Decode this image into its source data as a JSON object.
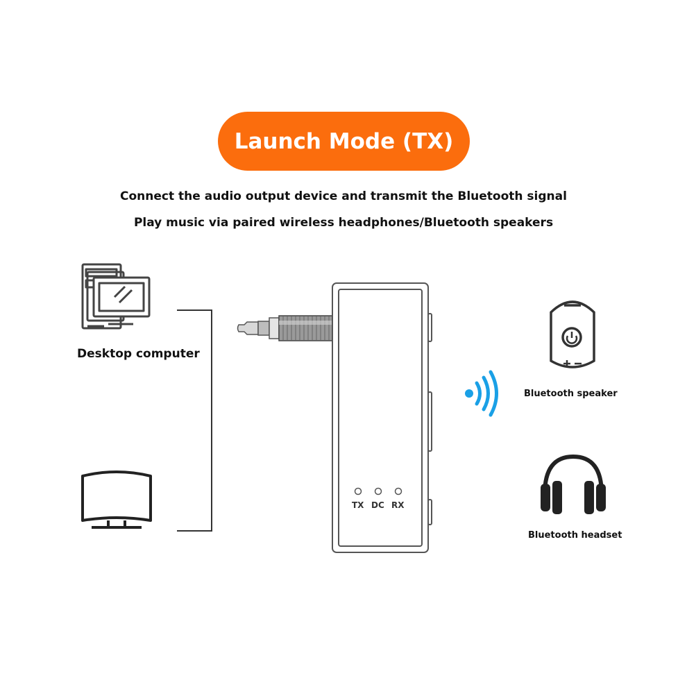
{
  "title": "Launch Mode (TX)",
  "subtitle_line1": "Connect the audio output device and transmit the Bluetooth signal",
  "subtitle_line2": "Play music via paired wireless headphones/Bluetooth speakers",
  "sources": {
    "desktop_label": "Desktop computer"
  },
  "outputs": {
    "speaker_label": "Bluetooth speaker",
    "headset_label": "Bluetooth headset"
  },
  "device": {
    "led_tx": "TX",
    "led_dc": "DC",
    "led_rx": "RX"
  },
  "colors": {
    "accent": "#fb6d0d",
    "signal": "#1aa0e6"
  },
  "icons": [
    "desktop-computer-icon",
    "tv-monitor-icon",
    "audio-jack-icon",
    "bluetooth-signal-icon",
    "speaker-icon",
    "headphones-icon"
  ]
}
